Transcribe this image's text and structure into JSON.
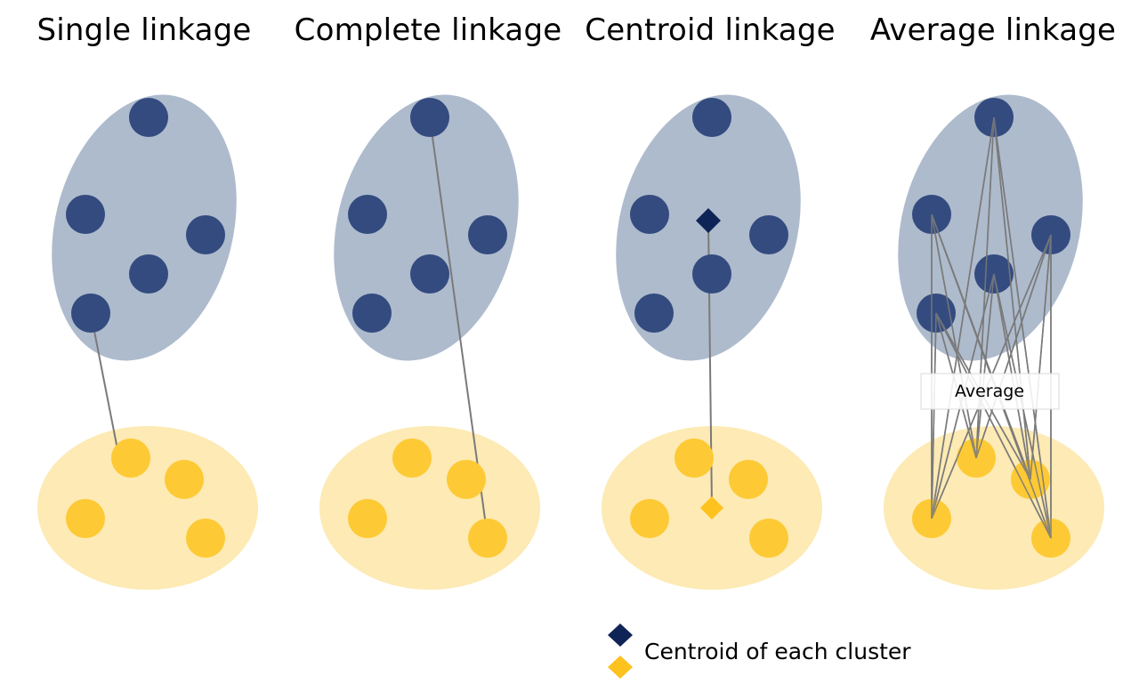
{
  "panels": [
    {
      "title": "Single linkage"
    },
    {
      "title": "Complete linkage"
    },
    {
      "title": "Centroid linkage"
    },
    {
      "title": "Average linkage",
      "average_label": "Average"
    }
  ],
  "legend": {
    "label": "Centroid of each cluster"
  },
  "colors": {
    "blue_cluster_fill": "#aebbcd",
    "blue_point": "#334b7f",
    "blue_centroid": "#0f2456",
    "yellow_cluster_fill": "#fdeab4",
    "yellow_point": "#fdca35",
    "yellow_centroid": "#fdc21e",
    "link_line": "#7a7a7a"
  }
}
